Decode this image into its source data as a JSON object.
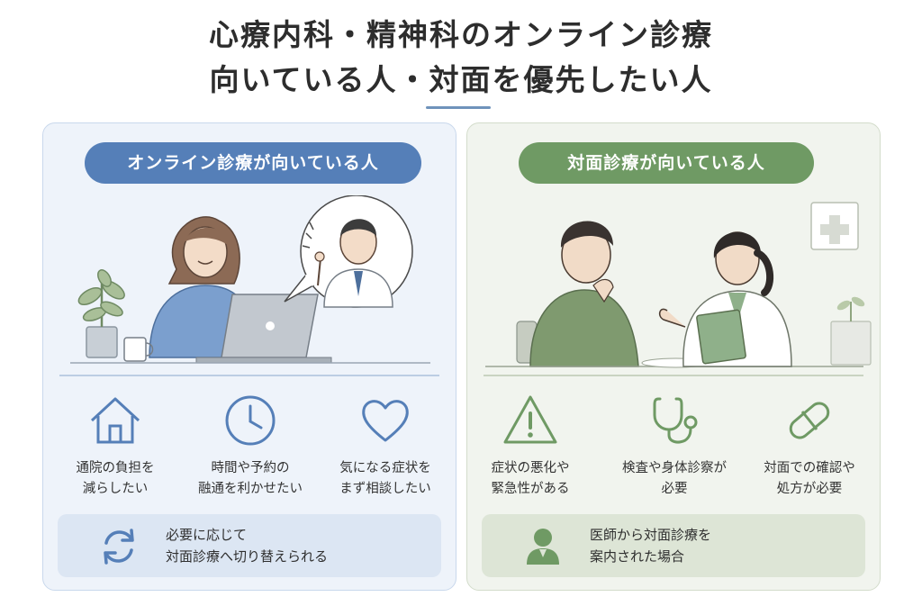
{
  "title": {
    "line1": "心療内科・精神科のオンライン診療",
    "line2": "向いている人・対面を優先したい人"
  },
  "colors": {
    "blue_accent": "#557fb8",
    "green_accent": "#6f9a64",
    "blue_panel": "#eef3fa",
    "green_panel": "#f1f4ee"
  },
  "online": {
    "header": "オンライン診療が向いている人",
    "features": [
      {
        "icon": "house-icon",
        "label": "通院の負担を\n減らしたい"
      },
      {
        "icon": "clock-icon",
        "label": "時間や予約の\n融通を利かせたい"
      },
      {
        "icon": "heart-icon",
        "label": "気になる症状を\nまず相談したい"
      }
    ],
    "note": {
      "icon": "refresh-arrows-icon",
      "text": "必要に応じて\n対面診療へ切り替えられる"
    }
  },
  "in_person": {
    "header": "対面診療が向いている人",
    "features": [
      {
        "icon": "warning-triangle-icon",
        "label": "症状の悪化や\n緊急性がある"
      },
      {
        "icon": "stethoscope-icon",
        "label": "検査や身体診察が\n必要"
      },
      {
        "icon": "pill-icon",
        "label": "対面での確認や\n処方が必要"
      }
    ],
    "note": {
      "icon": "doctor-person-icon",
      "text": "医師から対面診療を\n案内された場合"
    }
  }
}
